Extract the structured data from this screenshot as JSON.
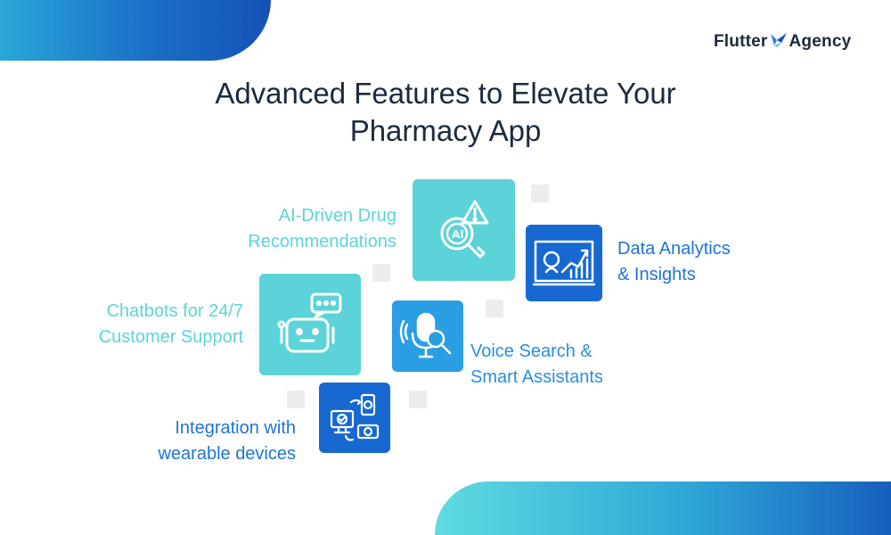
{
  "brand": {
    "part1": "Flutter",
    "part2": "Agency"
  },
  "title": {
    "line1": "Advanced Features to Elevate Your",
    "line2": "Pharmacy App"
  },
  "features": {
    "ai_drug": {
      "line1": "AI-Driven Drug",
      "line2": "Recommendations",
      "icon": "ai-search-icon"
    },
    "data_analytics": {
      "line1": "Data Analytics",
      "line2": "& Insights",
      "icon": "analytics-chart-icon"
    },
    "chatbots": {
      "line1": "Chatbots for 24/7",
      "line2": "Customer Support",
      "icon": "chatbot-robot-icon"
    },
    "voice_search": {
      "line1": "Voice Search &",
      "line2": "Smart Assistants",
      "icon": "voice-search-icon"
    },
    "wearables": {
      "line1": "Integration with",
      "line2": "wearable devices",
      "icon": "wearable-devices-icon"
    }
  },
  "colors": {
    "teal": "#5cd3d8",
    "blue": "#1e73d6",
    "title": "#1b2a3f",
    "tile_teal": "#5cd3d8",
    "tile_blue_light": "#2a9ee2",
    "tile_blue_dark": "#1768d0"
  }
}
